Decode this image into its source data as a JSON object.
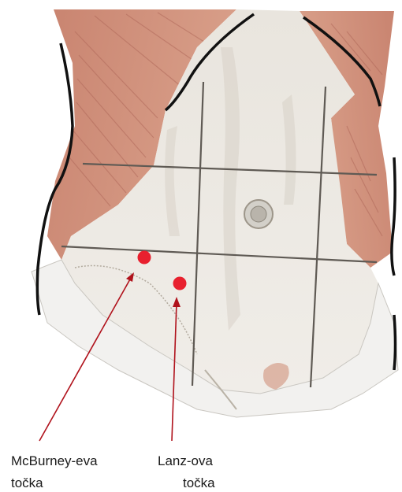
{
  "labels": {
    "mcburney_line1": "McBurney-eva",
    "mcburney_line2": "točka",
    "lanz_line1": "Lanz-ova",
    "lanz_line2": "točka"
  },
  "colors": {
    "marker": "#e8202e",
    "pointer": "#b0121c",
    "grid_line": "#5f5a54",
    "muscle": "#c98a72",
    "fascia": "#ece9e3",
    "skin_outline": "#111111",
    "label_text": "#1a1a1a"
  }
}
